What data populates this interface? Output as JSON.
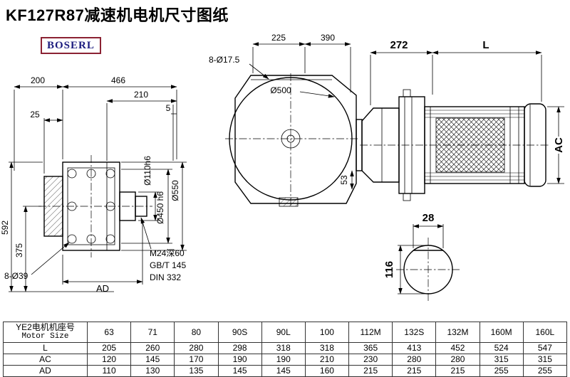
{
  "page": {
    "title": "KF127R87减速机电机尺寸图纸",
    "brand": "BOSERL"
  },
  "front_view": {
    "d200": "200",
    "d466": "466",
    "d210": "210",
    "d5": "5",
    "d25": "25",
    "d592": "592",
    "d375": "375",
    "holes": "8-Ø39",
    "dAD": "AD",
    "d110": "Ø110h6",
    "d450": "Ø450 h6",
    "d550": "Ø550",
    "tap1": "M24深60",
    "tap2": "GB/T 145",
    "tap3": "DIN 332"
  },
  "side_view": {
    "d225": "225",
    "d390": "390",
    "holes": "8-Ø17.5",
    "d500": "Ø500",
    "d272": "272",
    "dL": "L",
    "d53": "53",
    "dAC": "AC"
  },
  "shaft_view": {
    "d28": "28",
    "d116": "116"
  },
  "table": {
    "header_line1": "YE2电机机座号",
    "header_line2": "Motor Size",
    "sizes": [
      "63",
      "71",
      "80",
      "90S",
      "90L",
      "100",
      "112M",
      "132S",
      "132M",
      "160M",
      "160L"
    ],
    "rows": [
      {
        "label": "L",
        "values": [
          "205",
          "260",
          "280",
          "298",
          "318",
          "318",
          "365",
          "413",
          "452",
          "524",
          "547"
        ]
      },
      {
        "label": "AC",
        "values": [
          "120",
          "145",
          "170",
          "190",
          "190",
          "210",
          "230",
          "280",
          "280",
          "315",
          "315"
        ]
      },
      {
        "label": "AD",
        "values": [
          "110",
          "130",
          "135",
          "145",
          "145",
          "160",
          "215",
          "215",
          "215",
          "255",
          "255"
        ]
      }
    ]
  }
}
